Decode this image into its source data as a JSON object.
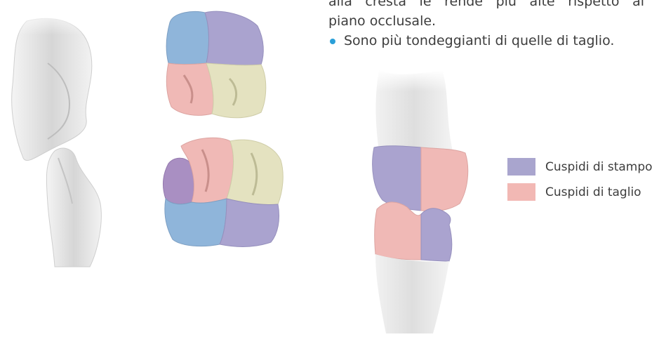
{
  "text": {
    "paragraph_lines": [
      "alla cresta le rende più alte rispetto al",
      "piano occlusale."
    ],
    "bullet": "Sono più tondeggianti di quelle di taglio."
  },
  "legend": [
    {
      "label": "Cuspidi di stampo",
      "color": "#a9a5ce"
    },
    {
      "label": "Cuspidi di taglio",
      "color": "#f2b8b4"
    }
  ],
  "colors": {
    "bullet": "#2a9fd8",
    "cusp_blue": "#8fb5da",
    "cusp_purple": "#aaa3cf",
    "cusp_pink": "#f0b9b6",
    "cusp_cream": "#e4e2c0",
    "tooth_grey": "#e3e3e3"
  }
}
